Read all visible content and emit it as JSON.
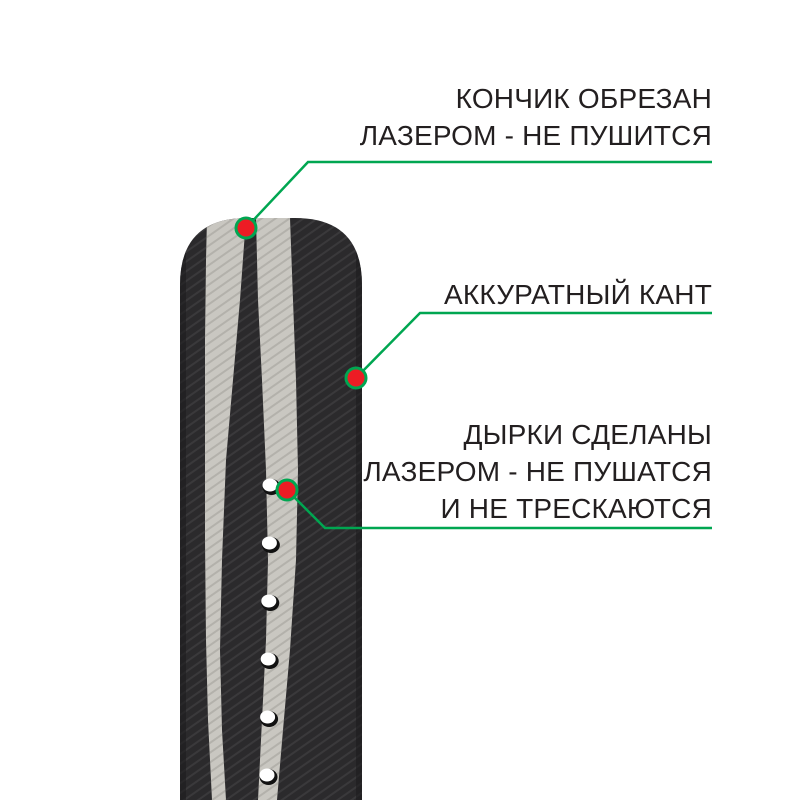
{
  "callouts": {
    "tip": {
      "lines": [
        "КОНЧИК ОБРЕЗАН",
        "ЛАЗЕРОМ - НЕ ПУШИТСЯ"
      ]
    },
    "edge": {
      "lines": [
        "АККУРАТНЫЙ КАНТ"
      ]
    },
    "holes": {
      "lines": [
        "ДЫРКИ СДЕЛАНЫ",
        "ЛАЗЕРОМ - НЕ ПУШАТСЯ",
        "И НЕ ТРЕСКАЮТСЯ"
      ]
    }
  },
  "colors": {
    "leader_line": "#00a651",
    "marker_dot": "#ed1c24",
    "strap_dark": "#2b2a2c",
    "strap_light": "#c9c7c1",
    "text": "#231f20"
  },
  "strap": {
    "hole_count": 6
  }
}
